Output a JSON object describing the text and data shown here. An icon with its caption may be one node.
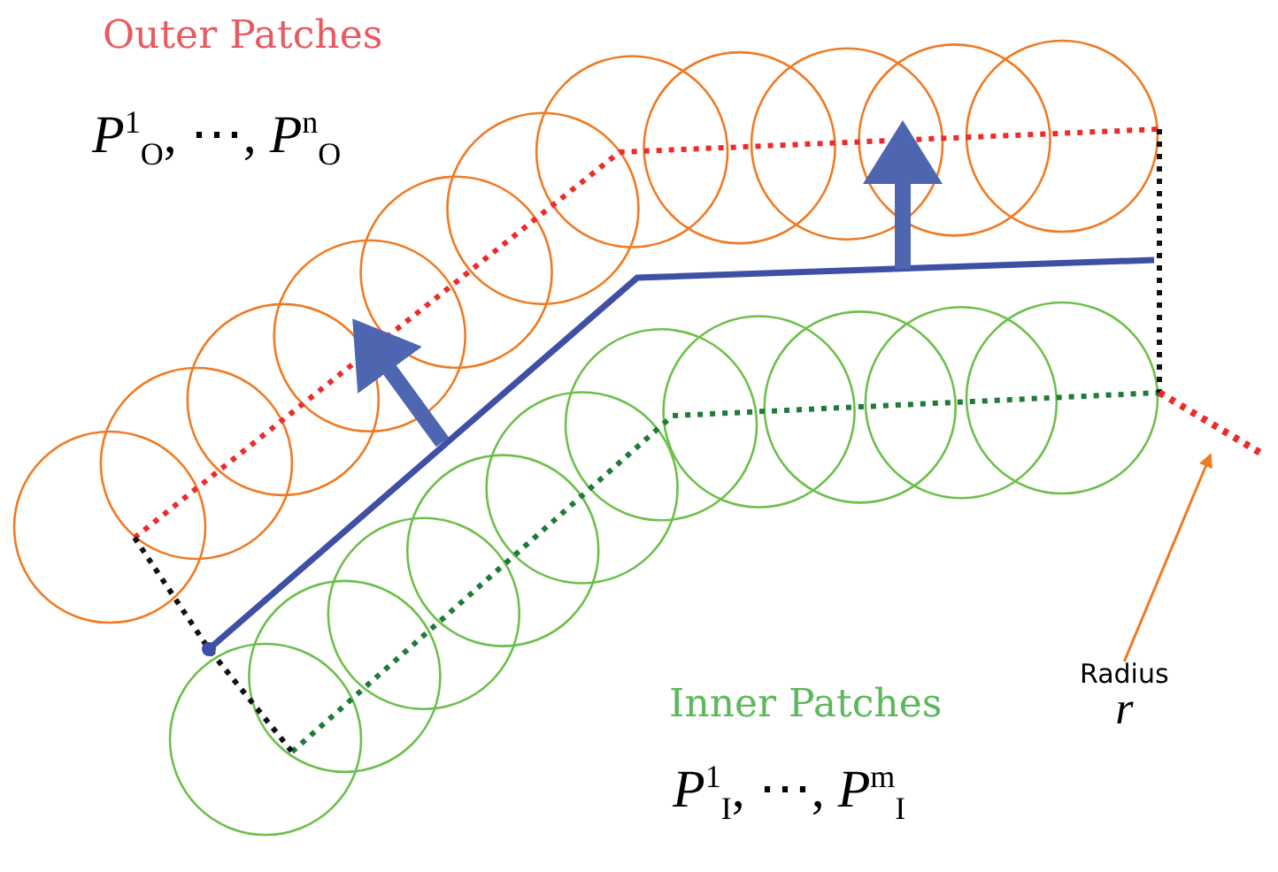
{
  "diagram": {
    "nodes": [
      {
        "text": [
          "Radius",
          "r"
        ]
      },
      {
        "text": [],
        "shape": "line"
      }
    ],
    "edges": [
      {
        "from": 0,
        "to": 1,
        "arrow": "to"
      }
    ],
    "labels": [
      "Outer Patches",
      "*P*$^{1}$$_{O}$, ⋯, *P*$^{n}$$_{O}$",
      "Inner Patches",
      "*P*$^{1}$$_{I}$, ⋯, *P*$^{m}$$_{I}$"
    ]
  }
}
